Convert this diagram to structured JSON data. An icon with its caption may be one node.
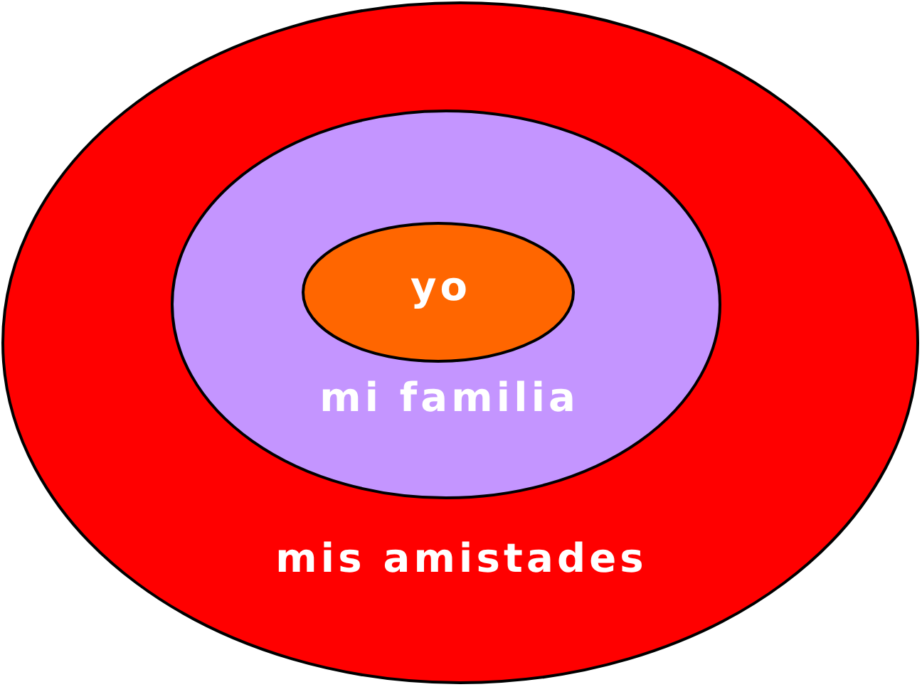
{
  "diagram": {
    "nodes": [
      {
        "text": [
          "mis amistades"
        ]
      },
      {
        "text": [
          "mi familia"
        ],
        "in": 0
      },
      {
        "text": [
          "yo"
        ],
        "in": 1
      }
    ]
  }
}
